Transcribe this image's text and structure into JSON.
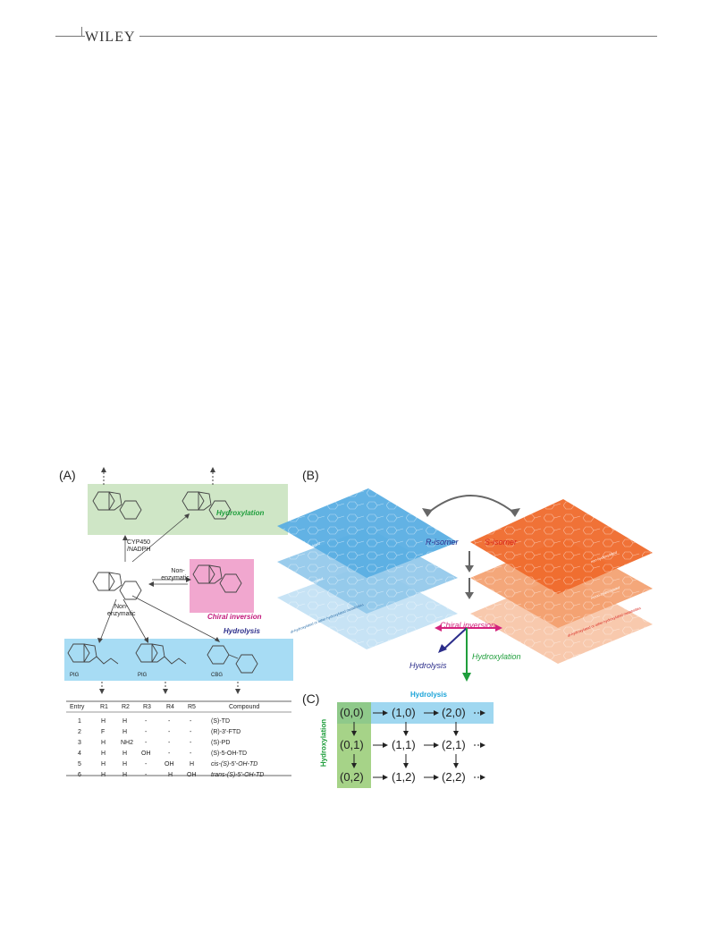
{
  "header": {
    "brand": "WILEY"
  },
  "panelA": {
    "label": "(A)",
    "hydroxylation": "Hydroxylation",
    "chiral_inversion": "Chiral inversion",
    "hydrolysis": "Hydrolysis",
    "cyp": "CYP450",
    "nadph": "/NADPH",
    "nonenz_right_1": "Non-",
    "nonenz_right_2": "enzymatic",
    "nonenz_down_1": "Non-",
    "nonenz_down_2": "enzymatic",
    "pig1": "PIG",
    "pig2": "PIG",
    "cbg": "CBG",
    "table": {
      "headers": [
        "Entry",
        "R1",
        "R2",
        "R3",
        "R4",
        "R5",
        "Compound"
      ],
      "rows": [
        [
          "1",
          "H",
          "H",
          "-",
          "-",
          "-",
          "(S)-TD"
        ],
        [
          "2",
          "F",
          "H",
          "-",
          "-",
          "-",
          "(R)-3'-FTD"
        ],
        [
          "3",
          "H",
          "NH2",
          "-",
          "-",
          "-",
          "(S)-PD"
        ],
        [
          "4",
          "H",
          "H",
          "OH",
          "-",
          "-",
          "(S)-5-OH-TD"
        ],
        [
          "5",
          "H",
          "H",
          "-",
          "OH",
          "H",
          "cis-(S)-5'-OH-TD"
        ],
        [
          "6",
          "H",
          "H",
          "-",
          "H",
          "OH",
          "trans-(S)-5'-OH-TD"
        ]
      ]
    }
  },
  "panelB": {
    "label": "(B)",
    "r_isomer": "R-isomer",
    "s_isomer": "S-isomer",
    "blue_layers": [
      "non-hydroxylated",
      "mono-hydroxylated",
      "di-hydroxylated or other hydroxylated metabolites"
    ],
    "orange_layers": [
      "non-hydroxylated",
      "mono-hydroxylated",
      "di-hydroxylated or other hydroxylated metabolites"
    ],
    "chiral_inversion": "Chiral inversion",
    "hydrolysis": "Hydrolysis",
    "hydroxylation": "Hydroxylation",
    "colors": {
      "blue": "#5aaee3",
      "orange": "#ef6a2c",
      "magenta": "#d4237d",
      "navy": "#2b2d8a",
      "green": "#1f9e3c"
    }
  },
  "panelC": {
    "label": "(C)",
    "hydrolysis": "Hydrolysis",
    "hydroxylation": "Hydroxylation",
    "grid": [
      [
        "(0,0)",
        "(1,0)",
        "(2,0)"
      ],
      [
        "(0,1)",
        "(1,1)",
        "(2,1)"
      ],
      [
        "(0,2)",
        "(1,2)",
        "(2,2)"
      ]
    ],
    "colors": {
      "row_band": "#9fd7f0",
      "col_band": "#a6d388",
      "hydrolysis_text": "#1aa3d8",
      "hydroxylation_text": "#1f9e3c"
    }
  }
}
